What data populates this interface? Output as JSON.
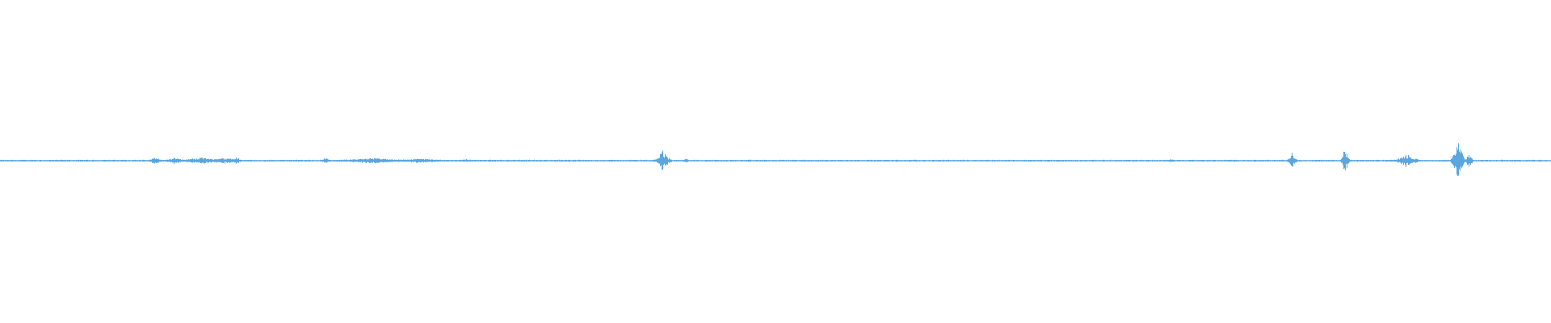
{
  "waveform": {
    "color": "#5aa6df",
    "background": "#ffffff",
    "bursts": [
      {
        "center": 0.067,
        "width": 0.004,
        "amp": 0.03
      },
      {
        "center": 0.1,
        "width": 0.008,
        "amp": 0.1
      },
      {
        "center": 0.113,
        "width": 0.01,
        "amp": 0.12
      },
      {
        "center": 0.13,
        "width": 0.03,
        "amp": 0.1
      },
      {
        "center": 0.145,
        "width": 0.02,
        "amp": 0.09
      },
      {
        "center": 0.152,
        "width": 0.006,
        "amp": 0.12
      },
      {
        "center": 0.21,
        "width": 0.004,
        "amp": 0.12
      },
      {
        "center": 0.24,
        "width": 0.04,
        "amp": 0.09
      },
      {
        "center": 0.27,
        "width": 0.03,
        "amp": 0.07
      },
      {
        "center": 0.3,
        "width": 0.01,
        "amp": 0.04
      },
      {
        "center": 0.427,
        "width": 0.008,
        "amp": 0.35
      },
      {
        "center": 0.442,
        "width": 0.004,
        "amp": 0.07
      },
      {
        "center": 0.755,
        "width": 0.004,
        "amp": 0.05
      },
      {
        "center": 0.833,
        "width": 0.005,
        "amp": 0.25
      },
      {
        "center": 0.867,
        "width": 0.004,
        "amp": 0.48
      },
      {
        "center": 0.907,
        "width": 0.012,
        "amp": 0.22
      },
      {
        "center": 0.94,
        "width": 0.006,
        "amp": 0.95
      },
      {
        "center": 0.947,
        "width": 0.004,
        "amp": 0.3
      }
    ],
    "noise_floor": 0.015
  }
}
